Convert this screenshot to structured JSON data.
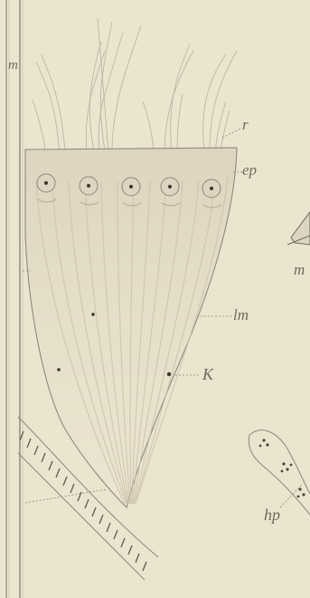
{
  "figure": {
    "labels": {
      "r": "r",
      "ep": "ep",
      "lm": "lm",
      "K": "K",
      "hp": "hp",
      "m_left": "m",
      "m_right": "m"
    }
  },
  "colors": {
    "paper": "#ebe4cf",
    "ink": "#6f6a5f",
    "tissue": "#e2dac4",
    "nucleus": "#3a3630"
  }
}
